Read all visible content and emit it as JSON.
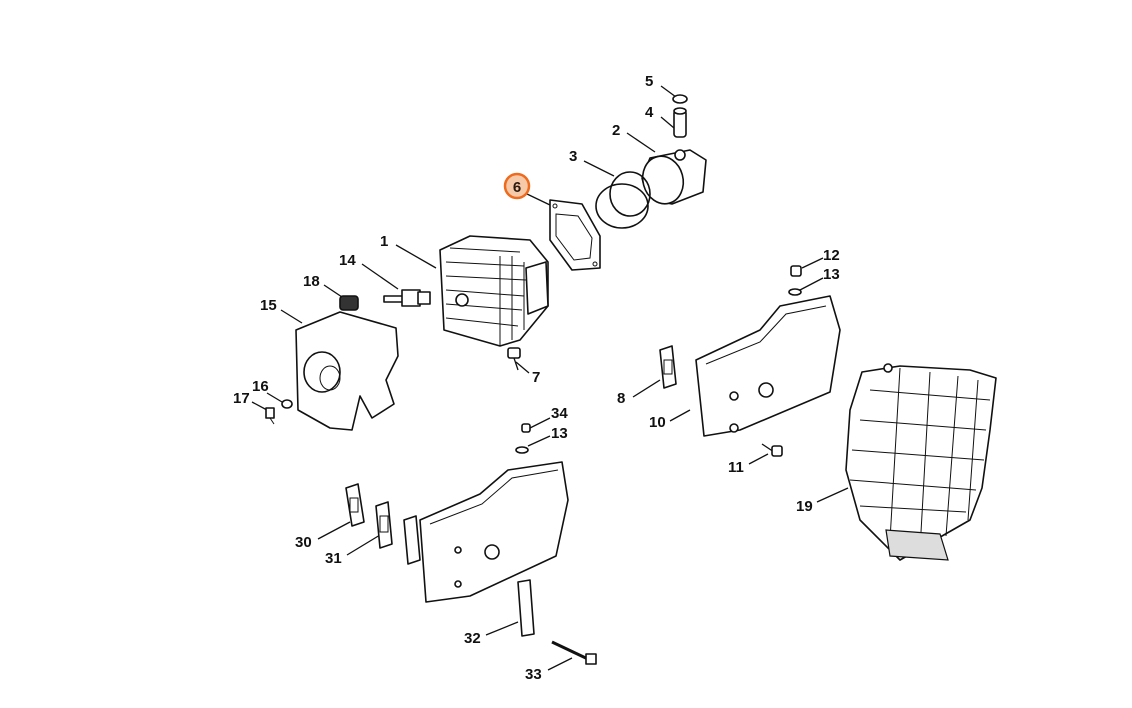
{
  "diagram": {
    "highlighted_part": "6",
    "highlight_colors": {
      "border": "#ee6a1c",
      "fill": "#f6c9a8"
    },
    "labels": [
      "1",
      "2",
      "3",
      "4",
      "5",
      "6",
      "7",
      "8",
      "10",
      "11",
      "12",
      "13",
      "13",
      "14",
      "15",
      "16",
      "17",
      "18",
      "19",
      "30",
      "31",
      "32",
      "33",
      "34"
    ]
  }
}
